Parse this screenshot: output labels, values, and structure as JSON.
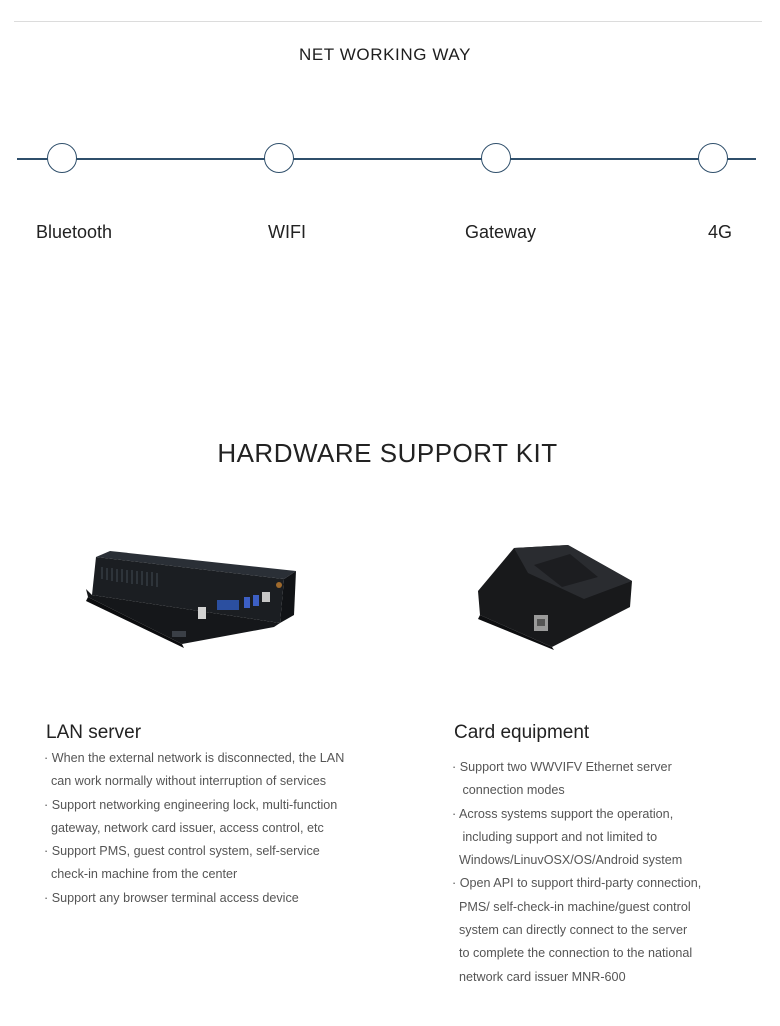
{
  "networking": {
    "title": "NET WORKING WAY",
    "nodes": [
      {
        "label": "Bluetooth"
      },
      {
        "label": "WIFI"
      },
      {
        "label": "Gateway"
      },
      {
        "label": "4G"
      }
    ]
  },
  "hardware": {
    "title": "HARDWARE SUPPORT KIT",
    "lan": {
      "title": "LAN server",
      "lines": [
        "· When the external network is disconnected, the LAN",
        "  can work normally without interruption of services",
        "· Support networking engineering lock, multi-function",
        "  gateway, network card issuer, access control, etc",
        "· Support PMS, guest control system, self-service",
        "  check-in machine from the center",
        "· Support any browser terminal access device"
      ]
    },
    "card": {
      "title": "Card equipment",
      "lines": [
        "· Support two WWVIFV Ethernet server",
        "   connection modes",
        "· Across systems support the operation,",
        "   including support and not limited to",
        "  Windows/LinuvOSX/OS/Android system",
        "· Open API to support third-party connection,",
        "  PMS/ self-check-in machine/guest control",
        "  system can directly connect to the server",
        "  to complete the connection to the national",
        "  network card issuer MNR-600"
      ]
    }
  },
  "colors": {
    "timeline": "#2f4f6b",
    "device": "#1b1e22"
  }
}
